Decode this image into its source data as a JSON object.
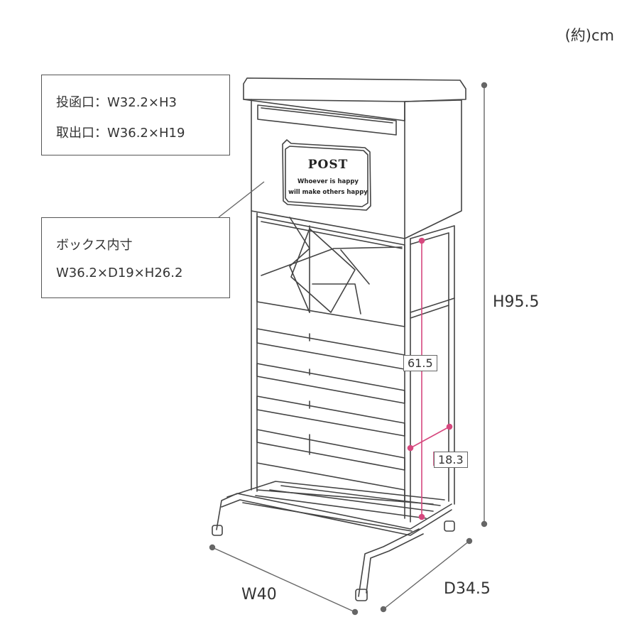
{
  "unit_note": "(約)cm",
  "callouts": {
    "slots": {
      "line1": "投函口：W32.2×H3",
      "line2": "取出口：W36.2×H19"
    },
    "box_inner": {
      "line1": "ボックス内寸",
      "line2": "W36.2×D19×H26.2"
    }
  },
  "dimensions": {
    "height": "H95.5",
    "width": "W40",
    "depth": "D34.5",
    "inner_height": "61.5",
    "inner_depth": "18.3"
  },
  "plate": {
    "title": "POST",
    "line1": "Whoever is happy",
    "line2": "will make others happy"
  },
  "colors": {
    "outline": "#444444",
    "dimension_line": "#666666",
    "accent": "#d6487e"
  }
}
